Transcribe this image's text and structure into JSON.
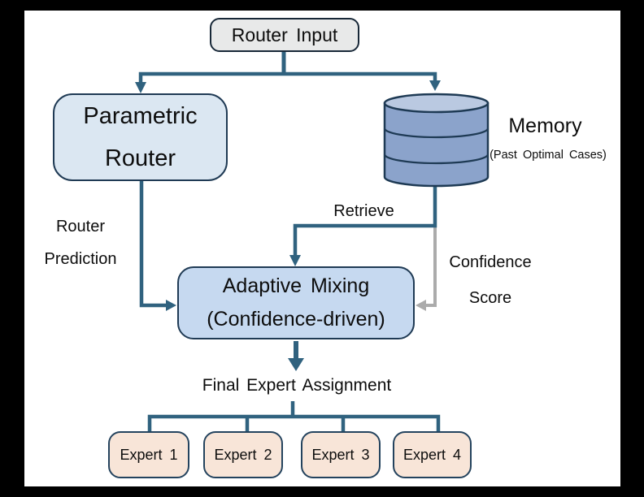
{
  "diagram": {
    "nodes": {
      "router_input": {
        "label": "Router Input"
      },
      "parametric_router": {
        "label_line1": "Parametric",
        "label_line2": "Router"
      },
      "memory": {
        "label": "Memory",
        "sublabel": "(Past Optimal Cases)"
      },
      "adaptive_mixing": {
        "label_line1": "Adaptive Mixing",
        "label_line2": "(Confidence-driven)"
      },
      "experts": [
        {
          "label": "Expert 1"
        },
        {
          "label": "Expert 2"
        },
        {
          "label": "Expert 3"
        },
        {
          "label": "Expert 4"
        }
      ]
    },
    "edge_labels": {
      "router_prediction_line1": "Router",
      "router_prediction_line2": "Prediction",
      "retrieve": "Retrieve",
      "confidence_line1": "Confidence",
      "confidence_line2": "Score",
      "final_assignment": "Final Expert Assignment"
    },
    "colors": {
      "connector": "#30627f",
      "confidence_connector": "#ababab",
      "node_border": "#1f3a54",
      "router_input_fill": "#e8e9e9",
      "parametric_fill": "#dbe7f2",
      "adaptive_fill": "#c6d9f0",
      "memory_fill": "#8ba3cb",
      "memory_top_fill": "#bac9e1",
      "expert_fill": "#f8e5d8",
      "background": "#ffffff",
      "frame": "#000000"
    }
  }
}
